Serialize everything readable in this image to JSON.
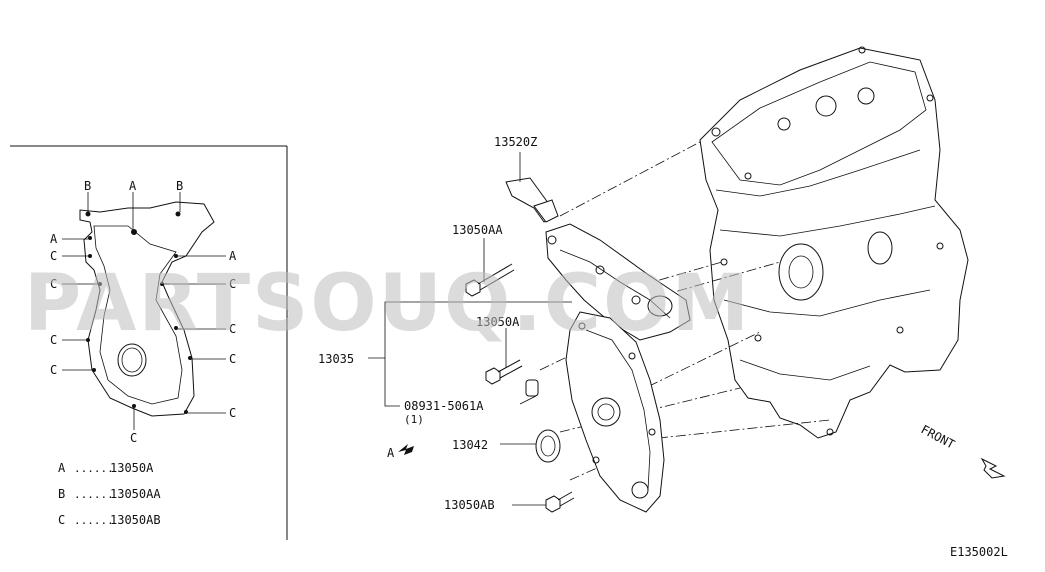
{
  "inset": {
    "letters": {
      "a": "A",
      "b": "B",
      "c": "C"
    },
    "legend": [
      {
        "letter": "A",
        "dots": "......",
        "part": "13050A"
      },
      {
        "letter": "B",
        "dots": "......",
        "part": "13050AA"
      },
      {
        "letter": "C",
        "dots": "......",
        "part": "13050AB"
      }
    ]
  },
  "callouts": {
    "cover_bracket": "13520Z",
    "bolt_aa": "13050AA",
    "bolt_a": "13050A",
    "assembly": "13035",
    "pin": "08931-5061A",
    "pin_qty": "(1)",
    "seal": "13042",
    "bolt_ab": "13050AB",
    "view_a": "A",
    "front": "FRONT",
    "diagram_code": "E135002L"
  },
  "watermark": "PARTSOUQ.COM"
}
